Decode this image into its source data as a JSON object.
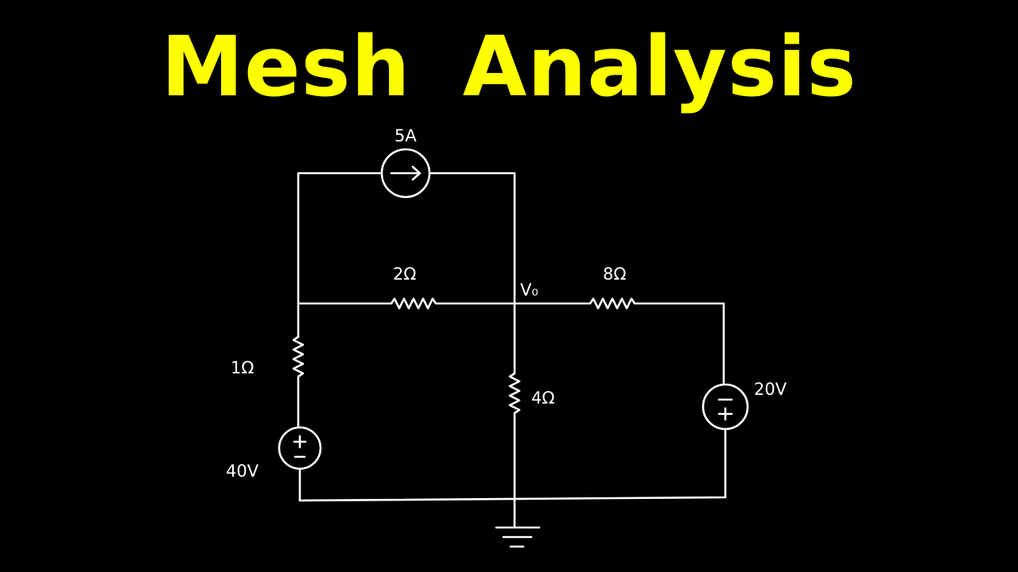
{
  "title": "Mesh Analysis",
  "labels": {
    "current_source": "5A",
    "r_top": "2Ω",
    "r_right": "8Ω",
    "r_left": "1Ω",
    "r_middle": "4Ω",
    "v_left": "40V",
    "v_right": "20V",
    "node": "V₀"
  },
  "colors": {
    "background": "#000000",
    "title": "#ffff00",
    "wire": "#ffffff"
  }
}
